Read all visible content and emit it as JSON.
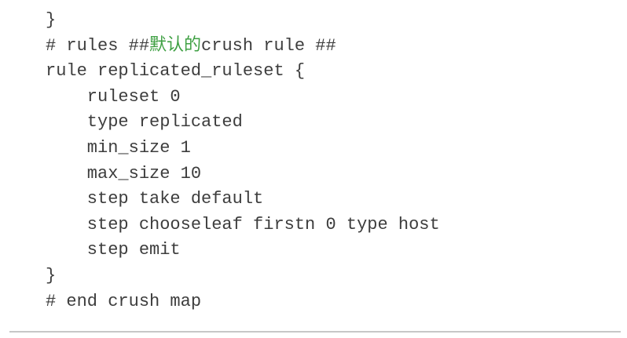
{
  "colors": {
    "background": "#ffffff",
    "text": "#3d3d3d",
    "highlight": "#3fa043",
    "divider": "#c7c7c7"
  },
  "code_block": {
    "language_hint": "ceph-crush-map",
    "lines": [
      [
        {
          "t": "}"
        }
      ],
      [
        {
          "t": "# rules ##"
        },
        {
          "t": "默认的",
          "c": "highlight"
        },
        {
          "t": "crush rule ##"
        }
      ],
      [
        {
          "t": "rule replicated_ruleset {"
        }
      ],
      [
        {
          "t": "    ruleset 0"
        }
      ],
      [
        {
          "t": "    type replicated"
        }
      ],
      [
        {
          "t": "    min_size 1"
        }
      ],
      [
        {
          "t": "    max_size 10"
        }
      ],
      [
        {
          "t": "    step take default"
        }
      ],
      [
        {
          "t": "    step chooseleaf firstn 0 type host"
        }
      ],
      [
        {
          "t": "    step emit"
        }
      ],
      [
        {
          "t": "}"
        }
      ],
      [
        {
          "t": "# end crush map"
        }
      ]
    ]
  }
}
